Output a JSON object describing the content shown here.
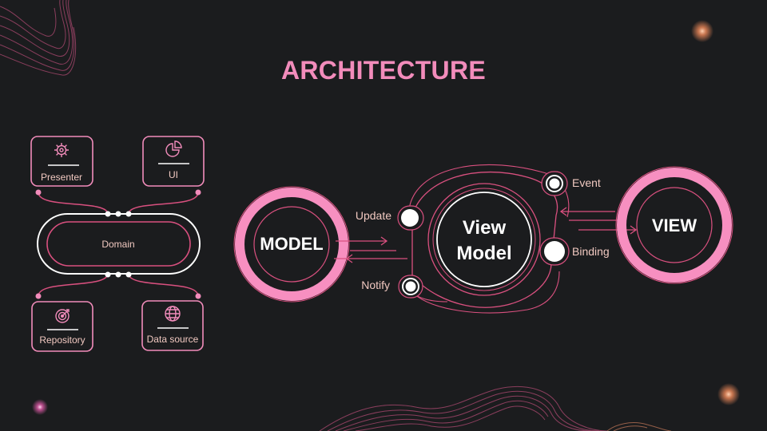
{
  "slide": {
    "title": "ARCHITECTURE"
  },
  "clean_architecture": {
    "presenter": "Presenter",
    "ui": "UI",
    "domain": "Domain",
    "repository": "Repository",
    "data_source": "Data source"
  },
  "mvvm": {
    "model": "MODEL",
    "view_model_line1": "View",
    "view_model_line2": "Model",
    "view": "VIEW",
    "update": "Update",
    "notify": "Notify",
    "event": "Event",
    "binding": "Binding"
  },
  "colors": {
    "background": "#1b1c1e",
    "accent_pink": "#f28cbb",
    "line_pink": "#d9507f",
    "white": "#ffffff",
    "label_text": "#f0c8c0"
  }
}
